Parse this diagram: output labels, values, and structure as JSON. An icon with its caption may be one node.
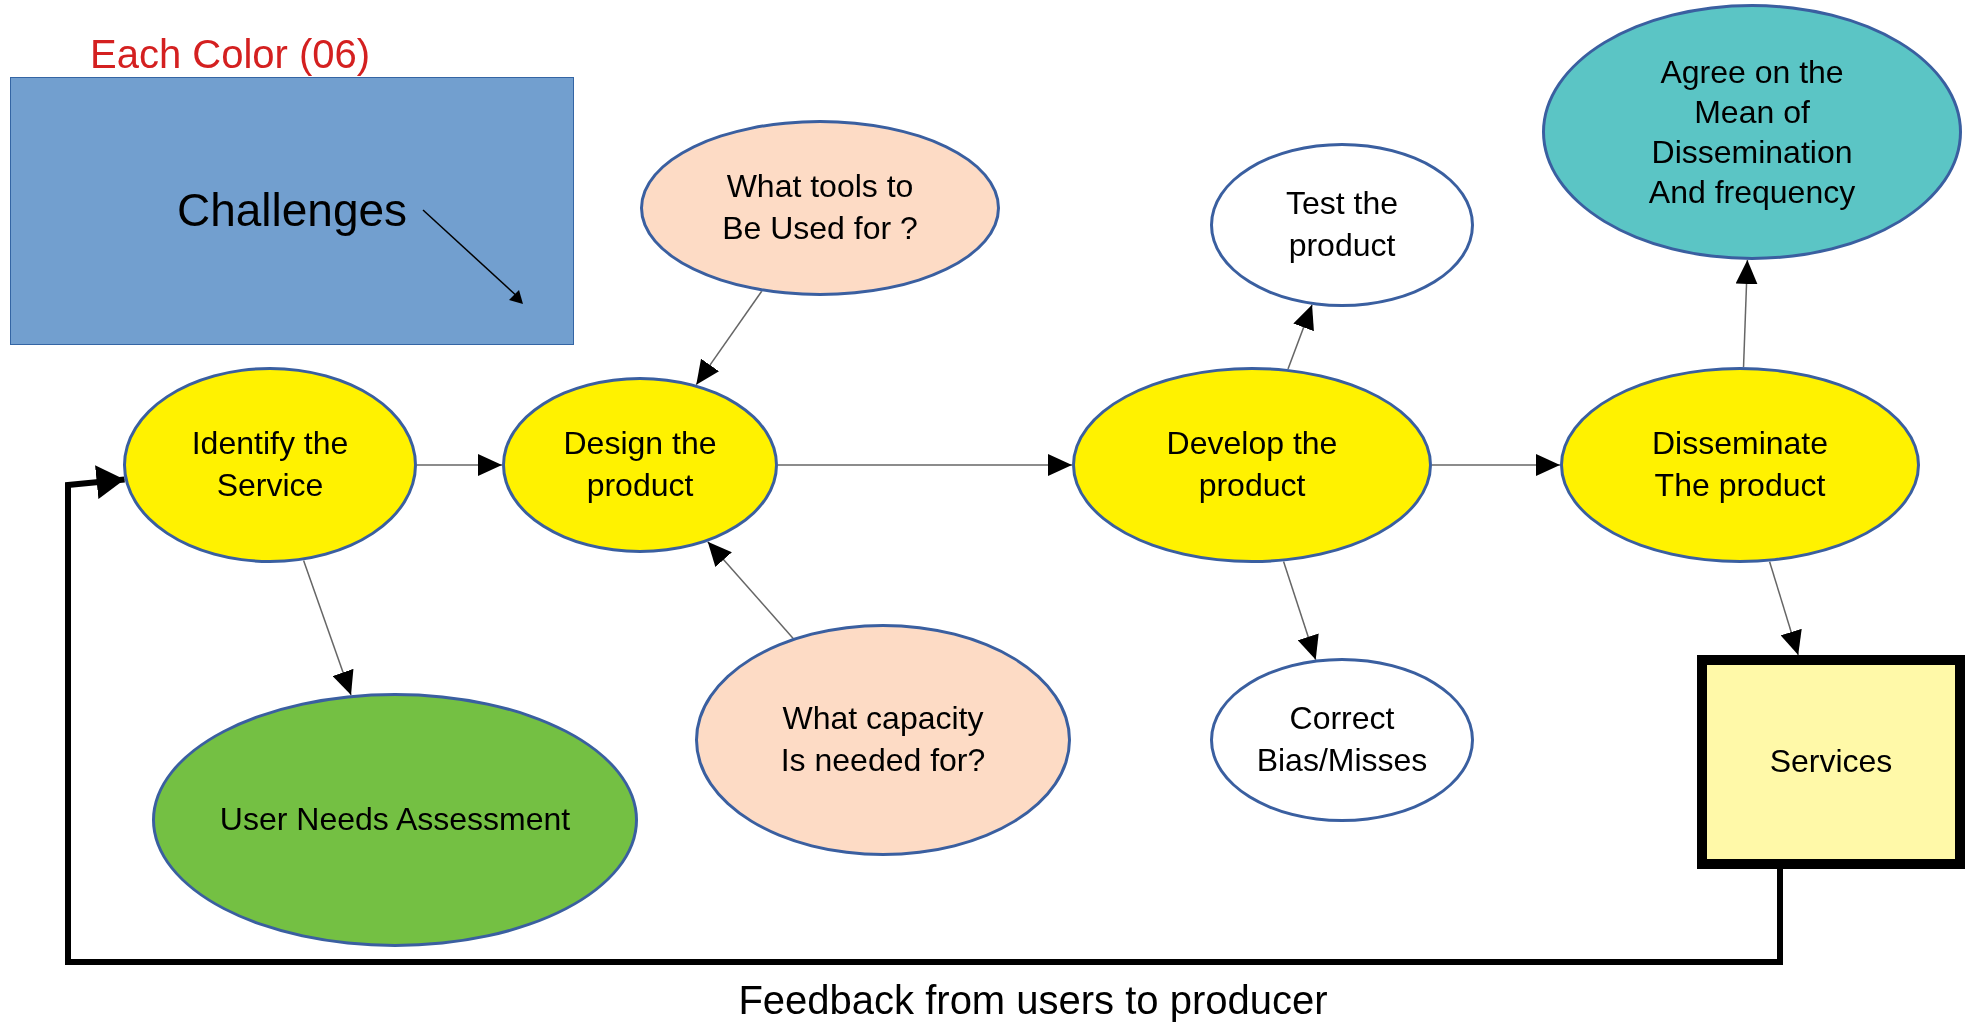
{
  "diagram": {
    "nodes": [
      {
        "text": [
          "Challenges"
        ]
      },
      {
        "text": [
          "Identify the Service"
        ]
      },
      {
        "text": [
          "Design the product"
        ]
      },
      {
        "text": [
          "What tools to Be Used for ?"
        ]
      },
      {
        "text": [
          "What capacity Is needed for?"
        ]
      },
      {
        "text": [
          "Develop the product"
        ]
      },
      {
        "text": [
          "Test the product"
        ]
      },
      {
        "text": [
          "Correct Bias/Misses"
        ]
      },
      {
        "text": [
          "Disseminate The product"
        ]
      },
      {
        "text": [
          "Agree on the Mean of Dissemination And frequency"
        ]
      },
      {
        "text": [
          "User Needs Assessment"
        ]
      },
      {
        "text": [
          "Services"
        ]
      }
    ],
    "edges": [
      {
        "from": 1,
        "to": 2,
        "arrow": "to"
      },
      {
        "from": 3,
        "to": 2,
        "arrow": "to"
      },
      {
        "from": 4,
        "to": 2,
        "arrow": "to"
      },
      {
        "from": 2,
        "to": 5,
        "arrow": "to"
      },
      {
        "from": 5,
        "to": 6,
        "arrow": "to"
      },
      {
        "from": 5,
        "to": 7,
        "arrow": "to"
      },
      {
        "from": 5,
        "to": 8,
        "arrow": "to"
      },
      {
        "from": 8,
        "to": 9,
        "arrow": "to"
      },
      {
        "from": 8,
        "to": 11,
        "arrow": "to"
      },
      {
        "from": 1,
        "to": 10,
        "arrow": "to"
      },
      {
        "from": 11,
        "to": 1,
        "arrow": "to",
        "style": "thick",
        "color": "#000000",
        "label": "Feedback from users to producer"
      }
    ],
    "labels": [
      "Each Color (06)"
    ]
  }
}
